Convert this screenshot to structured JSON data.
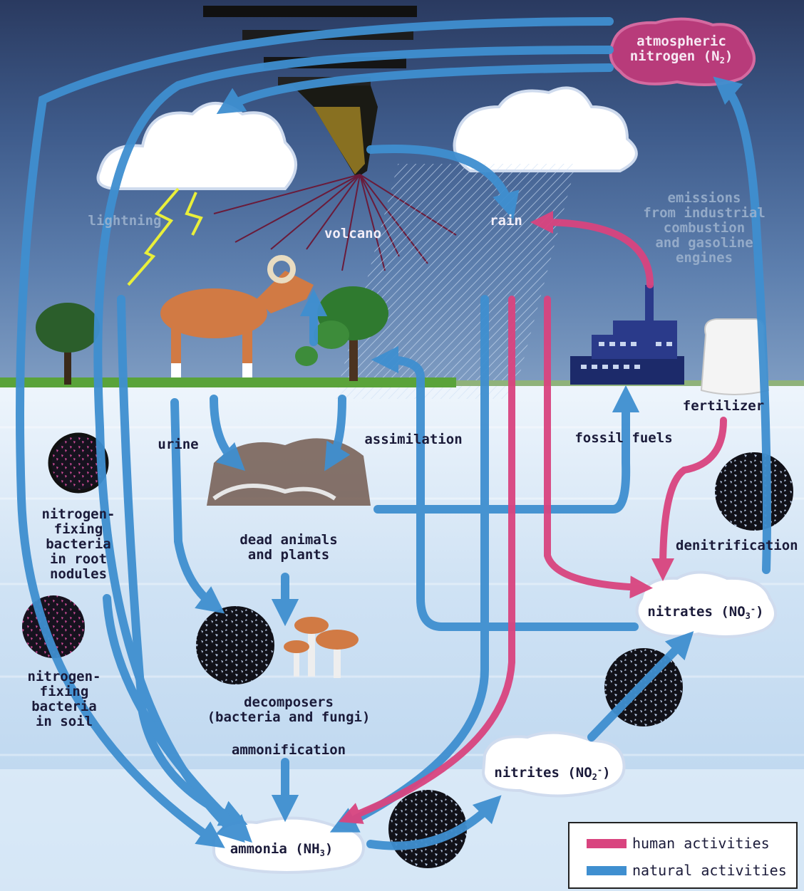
{
  "labels": {
    "atmospheric_nitrogen": [
      "atmospheric",
      "nitrogen (N",
      "2",
      ")"
    ],
    "lightning": "lightning",
    "volcano": "volcano",
    "rain": "rain",
    "emissions": [
      "emissions",
      "from industrial",
      "combustion",
      "and gasoline",
      "engines"
    ],
    "fertilizer": "fertilizer",
    "urine": "urine",
    "assimilation": "assimilation",
    "fossil_fuels": "fossil fuels",
    "nitrogen_fixing_root": [
      "nitrogen-",
      "fixing",
      "bacteria",
      "in root",
      "nodules"
    ],
    "dead_animals": [
      "dead animals",
      "and plants"
    ],
    "denitrification": "denitrification",
    "nitrates": [
      "nitrates (NO",
      "3",
      "-",
      ")"
    ],
    "nitrogen_fixing_soil": [
      "nitrogen-",
      "fixing",
      "bacteria",
      "in soil"
    ],
    "decomposers": [
      "decomposers",
      "(bacteria and fungi)"
    ],
    "ammonification": "ammonification",
    "nitrites": [
      "nitrites (NO",
      "2",
      "-",
      ")"
    ],
    "ammonia": [
      "ammonia (NH",
      "3",
      ")"
    ]
  },
  "legend": {
    "human": "human activities",
    "natural": "natural activities"
  },
  "colors": {
    "human": "#d9447f",
    "natural": "#3f8fd0",
    "sky_top": "#27385c",
    "sky_bottom": "#9fb7d4",
    "soil": "#d7e8f7"
  }
}
